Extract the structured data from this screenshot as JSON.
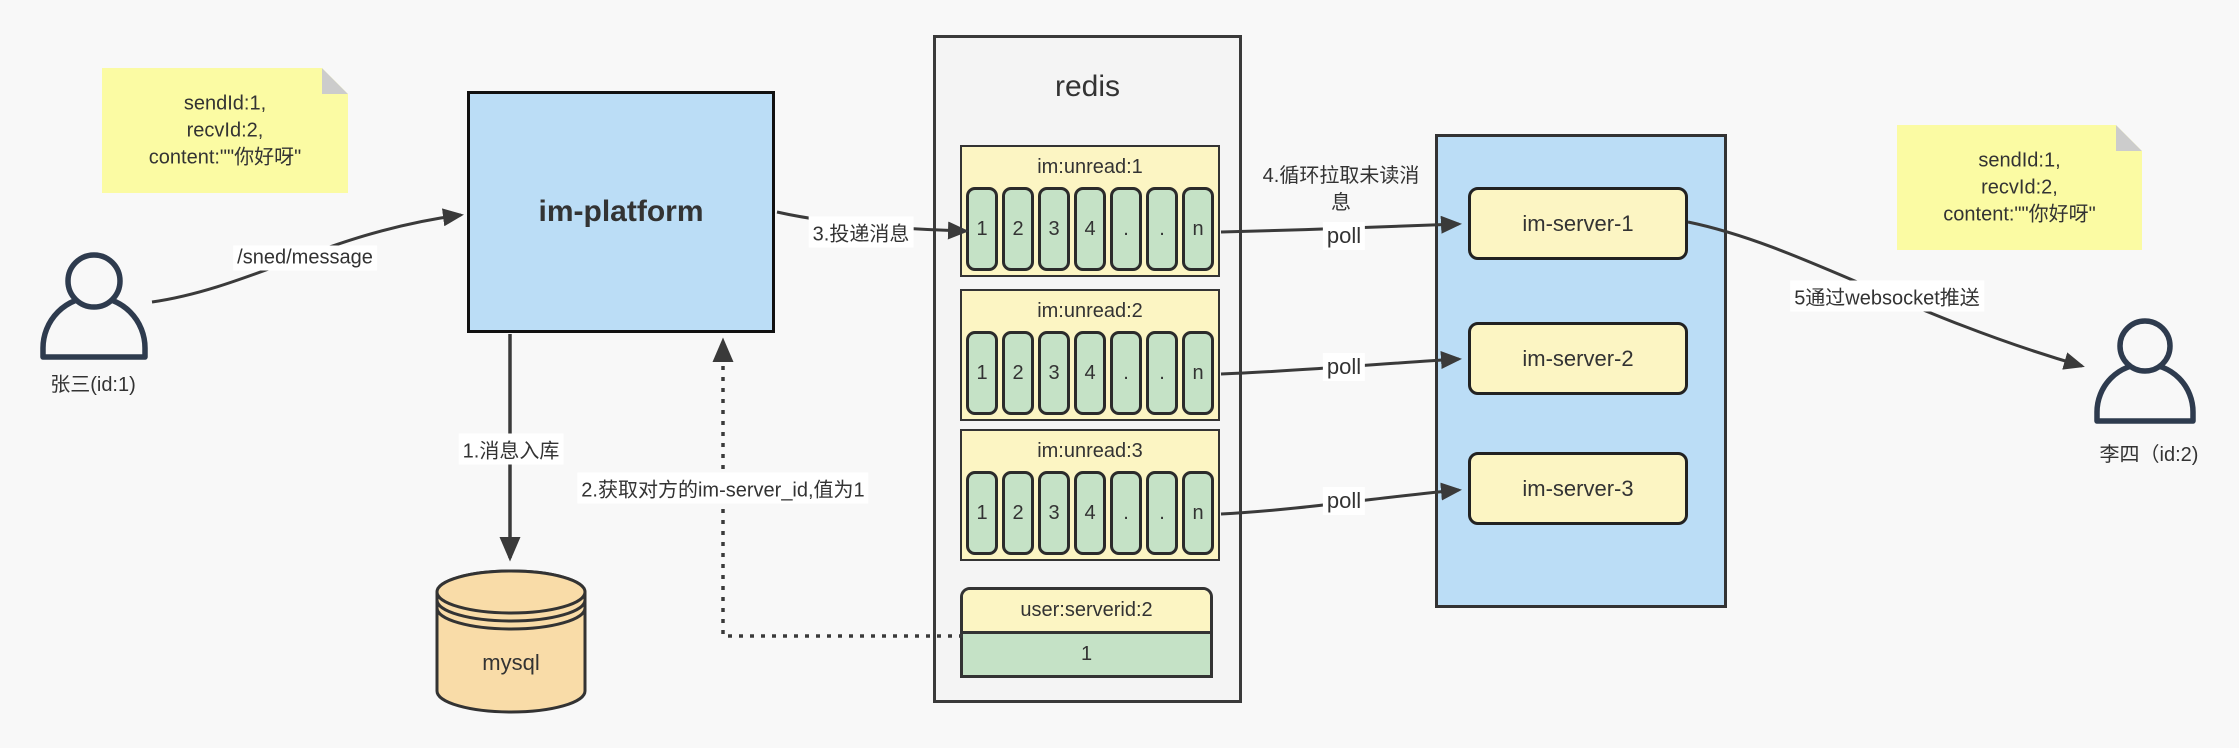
{
  "actors": {
    "sender": {
      "label": "张三(id:1)"
    },
    "receiver": {
      "label": "李四（id:2)"
    }
  },
  "notes": {
    "left": {
      "lines": [
        "sendId:1,",
        "recvId:2,",
        "content:\"\"你好呀\""
      ]
    },
    "right": {
      "lines": [
        "sendId:1,",
        "recvId:2,",
        "content:\"\"你好呀\""
      ]
    }
  },
  "platform": {
    "label": "im-platform"
  },
  "database": {
    "label": "mysql"
  },
  "redis": {
    "title": "redis",
    "queues": [
      {
        "title": "im:unread:1",
        "cells": [
          "1",
          "2",
          "3",
          "4",
          ".",
          ".",
          "n"
        ]
      },
      {
        "title": "im:unread:2",
        "cells": [
          "1",
          "2",
          "3",
          "4",
          ".",
          ".",
          "n"
        ]
      },
      {
        "title": "im:unread:3",
        "cells": [
          "1",
          "2",
          "3",
          "4",
          ".",
          ".",
          "n"
        ]
      }
    ],
    "mapping": {
      "title": "user:serverid:2",
      "value": "1"
    }
  },
  "servers": [
    {
      "label": "im-server-1"
    },
    {
      "label": "im-server-2"
    },
    {
      "label": "im-server-3"
    }
  ],
  "edges": {
    "send": {
      "label": "/sned/message"
    },
    "store": {
      "label": "1.消息入库"
    },
    "lookup": {
      "label": "2.获取对方的im-server_id,值为1"
    },
    "deliver": {
      "label": "3.投递消息"
    },
    "pull": {
      "label": "4.循环拉取未读消息"
    },
    "poll_1": {
      "label": "poll"
    },
    "poll_2": {
      "label": "poll"
    },
    "poll_3": {
      "label": "poll"
    },
    "push": {
      "label": "5通过websocket推送"
    }
  },
  "colors": {
    "canvas_bg": "#f8f8f8",
    "note_yellow": "#fbfba3",
    "note_fold_gray": "#cccccc",
    "box_blue": "#bbddf6",
    "block_yellow": "#fcf5c3",
    "cell_green": "#c5e2c6",
    "db_tan": "#f9dca8",
    "container_gray": "#f4f4f4",
    "line_dark": "#3a3a3a",
    "person_stroke": "#2e3b4e"
  }
}
